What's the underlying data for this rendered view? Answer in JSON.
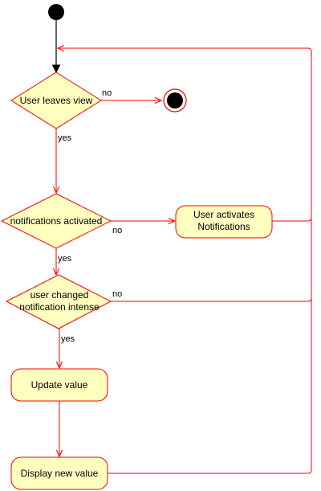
{
  "nodes": {
    "decision_leaves": "User leaves view",
    "decision_notif": "notifications activated",
    "decision_intense_1": "user changed",
    "decision_intense_2": "notification intense",
    "action_activate_1": "User activates",
    "action_activate_2": "Notifications",
    "action_update": "Update value",
    "action_display": "Display new value"
  },
  "edges": {
    "leaves_no": "no",
    "leaves_yes": "yes",
    "notif_no": "no",
    "notif_yes": "yes",
    "intense_no": "no",
    "intense_yes": "yes"
  },
  "colors": {
    "node_fill": "#ffffc0",
    "node_stroke": "#ff0000",
    "edge": "#ff0000",
    "initial_edge": "#000000",
    "start": "#000000"
  }
}
